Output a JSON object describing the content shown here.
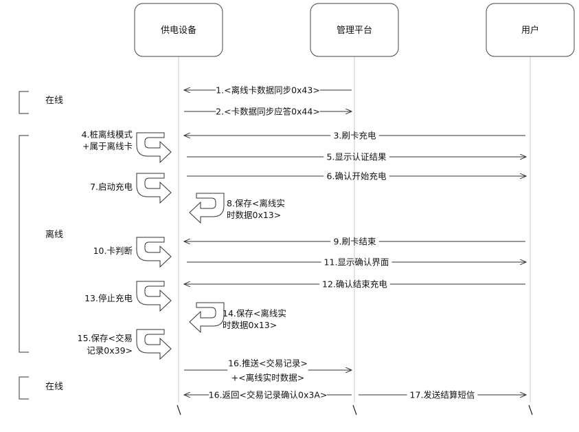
{
  "participants": [
    "供电设备",
    "管理平台",
    "用户"
  ],
  "phases": [
    {
      "label": "在线"
    },
    {
      "label": "离线"
    },
    {
      "label": "在线"
    }
  ],
  "messages": [
    {
      "text": "1.<离线卡数据同步0x43>",
      "from": "管理平台",
      "to": "供电设备"
    },
    {
      "text": "2.<卡数据同步应答0x44>",
      "from": "供电设备",
      "to": "管理平台"
    },
    {
      "text": "3.刷卡充电",
      "from": "用户",
      "to": "供电设备"
    },
    {
      "text": "5.显示认证结果",
      "from": "供电设备",
      "to": "用户"
    },
    {
      "text": "6.确认开始充电",
      "from": "供电设备",
      "to": "用户"
    },
    {
      "text": "9.刷卡结束",
      "from": "用户",
      "to": "供电设备"
    },
    {
      "text": "11.显示确认界面",
      "from": "供电设备",
      "to": "用户"
    },
    {
      "text": "12.确认结束充电",
      "from": "用户",
      "to": "供电设备"
    },
    {
      "text": [
        "16.推送<交易记录>",
        "+<离线实时数据>"
      ],
      "from": "供电设备",
      "to": "管理平台"
    },
    {
      "text": "16.返回<交易记录确认0x3A>",
      "from": "管理平台",
      "to": "供电设备"
    },
    {
      "text": "17.发送结算短信",
      "from": "管理平台",
      "to": "用户"
    }
  ],
  "self_actions": [
    {
      "text": [
        "4.桩离线模式",
        "+属于离线卡"
      ]
    },
    {
      "text": [
        "7.启动充电"
      ]
    },
    {
      "text": [
        "8.保存<离线实",
        "时数据0x13>"
      ]
    },
    {
      "text": [
        "10.卡判断"
      ]
    },
    {
      "text": [
        "13.停止充电"
      ]
    },
    {
      "text": [
        "14.保存<离线实",
        "时数据0x13>"
      ]
    },
    {
      "text": [
        "15.保存<交易",
        "记录0x39>"
      ]
    }
  ],
  "lifeline_end_marks": [
    "\\",
    "\\",
    "\\"
  ]
}
